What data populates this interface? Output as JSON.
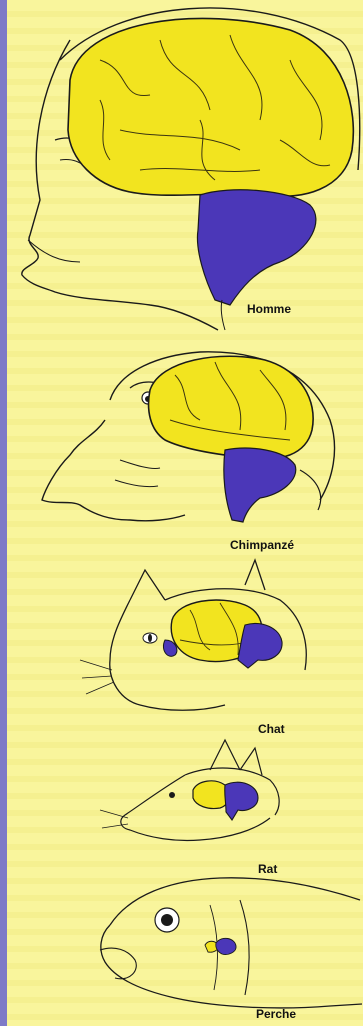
{
  "species": [
    {
      "id": "homme",
      "label": "Homme"
    },
    {
      "id": "chimpanze",
      "label": "Chimpanzé"
    },
    {
      "id": "chat",
      "label": "Chat"
    },
    {
      "id": "rat",
      "label": "Rat"
    },
    {
      "id": "perche",
      "label": "Perche"
    }
  ],
  "colors": {
    "background": "#f9f59c",
    "cerebrum": "#f2e41f",
    "cerebellum_brainstem": "#4b37b8",
    "outline": "#1a1a1a"
  }
}
